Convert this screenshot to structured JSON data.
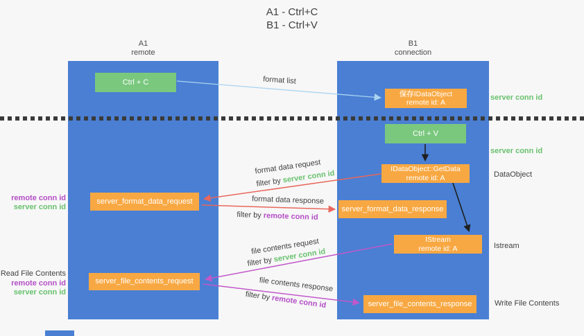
{
  "title": {
    "line1": "A1 - Ctrl+C",
    "line2": "B1 - Ctrl+V"
  },
  "lifelines": {
    "left": {
      "title": "A1",
      "subtitle": "remote"
    },
    "right": {
      "title": "B1",
      "subtitle": "connection"
    }
  },
  "nodes": {
    "ctrl_c": {
      "label": "Ctrl + C"
    },
    "ctrl_v": {
      "label": "Ctrl + V"
    },
    "save_dataobject": {
      "line1": "保存IDataObject",
      "line2": "remote id: A"
    },
    "getdata": {
      "line1": "IDataObject::GetData",
      "line2": "remote id: A"
    },
    "istream": {
      "line1": "IStream",
      "line2": "remote id: A"
    },
    "server_format_data_request": {
      "label": "server_format_data_request"
    },
    "server_format_data_response": {
      "label": "server_format_data_response"
    },
    "server_file_contents_request": {
      "label": "server_file_contents_request"
    },
    "server_file_contents_response": {
      "label": "server_file_contents_response"
    }
  },
  "side_labels": {
    "right_server_conn_id_top": "server conn id",
    "right_server_conn_id_mid": "server conn id",
    "right_dataobject": "DataObject",
    "right_istream": "Istream",
    "right_write_file_contents": "Write File Contents",
    "left_remote_conn_id_top": "remote conn id",
    "left_server_conn_id_top": "server conn id",
    "left_read_file_contents": "Read File Contents",
    "left_remote_conn_id_bottom": "remote conn id",
    "left_server_conn_id_bottom": "server conn id"
  },
  "arrow_labels": {
    "format_list": "format list",
    "format_data_request": "format data request",
    "format_data_response": "format data response",
    "file_contents_request": "file contents request",
    "file_contents_response": "file contents response",
    "filter_by": "filter by",
    "server_conn_id": "server conn id",
    "remote_conn_id": "remote conn id"
  },
  "colors": {
    "lifeline_blue": "#4a7fd3",
    "node_green": "#7ac87e",
    "node_orange": "#f8a842",
    "arrow_light_blue": "#aad4f0",
    "arrow_red": "#e9675c",
    "arrow_purple": "#c158c9",
    "arrow_black": "#1f1f1f",
    "label_green": "#68c16d",
    "label_purple": "#b44ec6"
  }
}
